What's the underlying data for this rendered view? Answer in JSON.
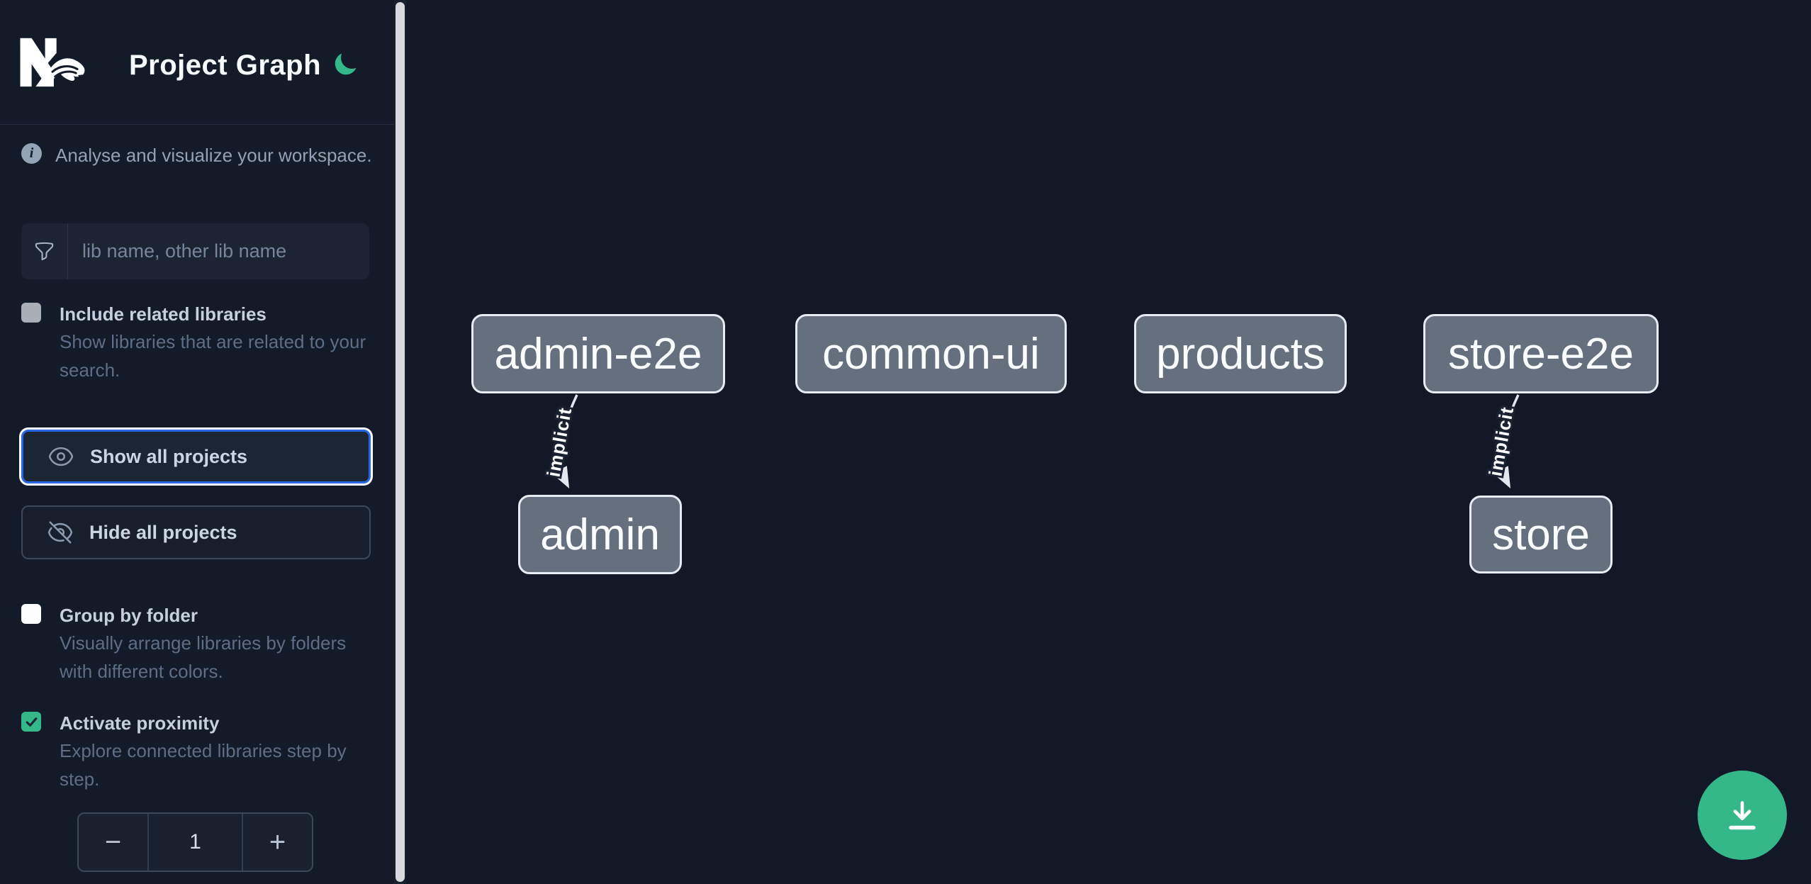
{
  "header": {
    "app_name": "Nx",
    "title": "Project Graph"
  },
  "sidebar": {
    "info_icon_glyph": "i",
    "info_text": "Analyse and visualize your workspace.",
    "search": {
      "placeholder": "lib name, other lib name",
      "value": ""
    },
    "toggles": [
      {
        "label": "Include related libraries",
        "description": "Show libraries that are related to your search.",
        "checked": false,
        "state": "disabled"
      },
      {
        "label": "Group by folder",
        "description": "Visually arrange libraries by folders with different colors.",
        "checked": false,
        "state": "enabled"
      },
      {
        "label": "Activate proximity",
        "description": "Explore connected libraries step by step.",
        "checked": true,
        "state": "enabled"
      }
    ],
    "buttons": [
      {
        "label": "Show all projects",
        "focused": true
      },
      {
        "label": "Hide all projects",
        "focused": false
      }
    ],
    "stepper": {
      "decrement": "−",
      "value": "1",
      "increment": "+"
    }
  },
  "graph": {
    "nodes": [
      {
        "label": "admin-e2e"
      },
      {
        "label": "common-ui"
      },
      {
        "label": "products"
      },
      {
        "label": "store-e2e"
      },
      {
        "label": "admin"
      },
      {
        "label": "store"
      }
    ],
    "edges": [
      {
        "from": "admin-e2e",
        "to": "admin",
        "label": "implicit"
      },
      {
        "from": "store-e2e",
        "to": "store",
        "label": "implicit"
      }
    ]
  },
  "colors": {
    "accent_green": "#34b889",
    "focus_blue": "#2667e8",
    "background": "#121826",
    "sidebar_background": "#131a28",
    "node_fill": "#666f7e",
    "node_border": "#e7ecf2",
    "edge": "#e3e8ee",
    "label_text": "#c6d0dd",
    "muted_text": "#5d6e85"
  }
}
